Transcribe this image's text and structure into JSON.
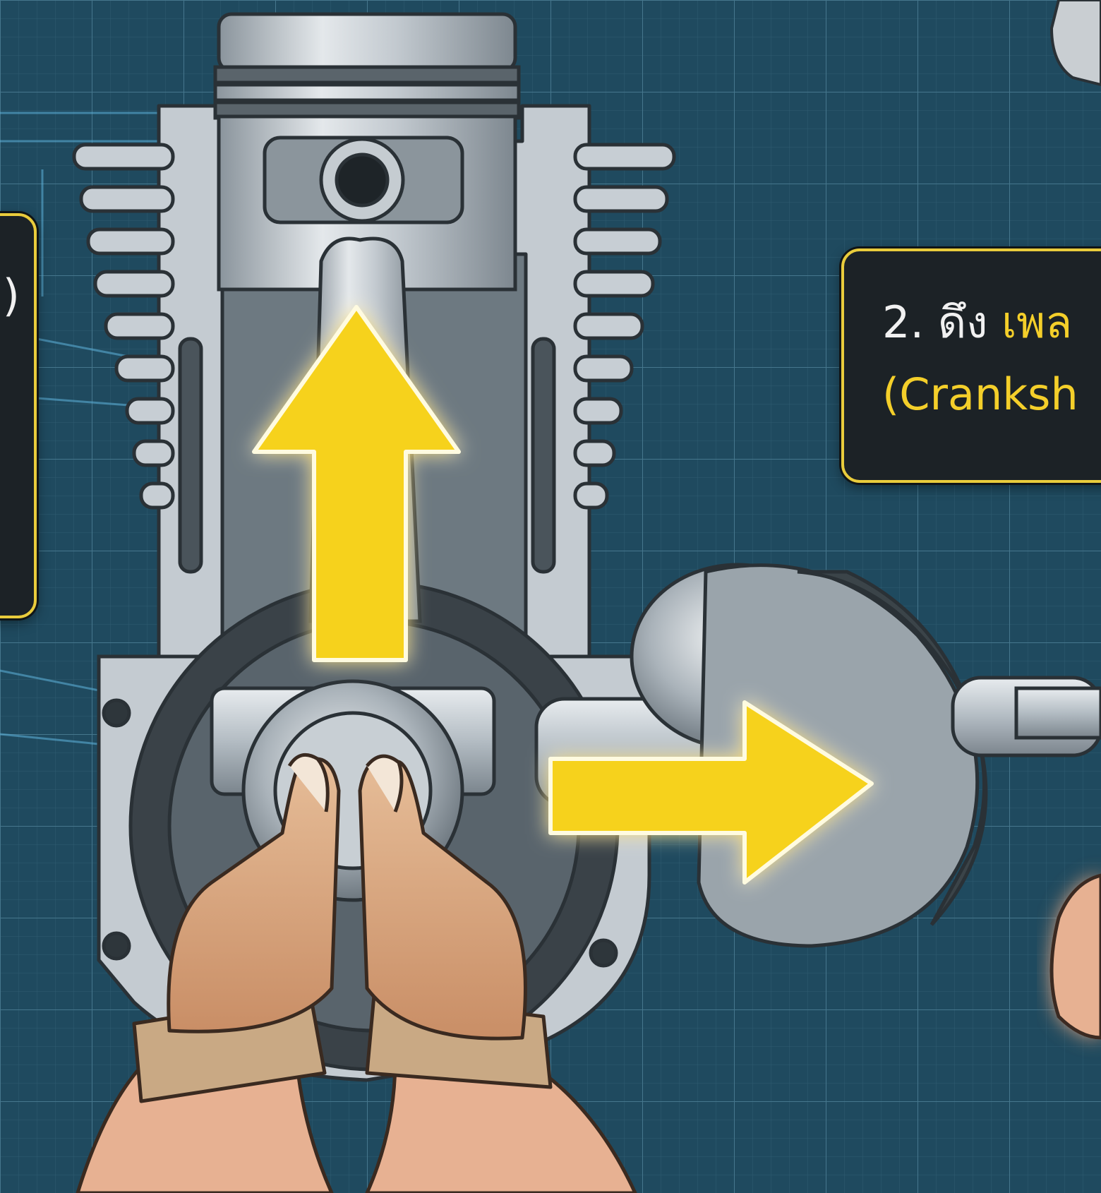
{
  "callout_right": {
    "line1_prefix": "2. ดึง ",
    "line1_highlight": "เพล",
    "line2": "(Cranksh"
  },
  "callout_left": {
    "fragment": ")"
  },
  "colors": {
    "background": "#1f4a5f",
    "grid": "#3f6f85",
    "callout_border": "#e9cc3c",
    "callout_fill": "#1c2226",
    "arrow": "#f6d21a",
    "metal": "#b9c2c9"
  },
  "icons": [
    "piston-icon",
    "connecting-rod-icon",
    "crankshaft-icon",
    "hand-icon",
    "arrow-up-icon",
    "arrow-right-icon"
  ]
}
